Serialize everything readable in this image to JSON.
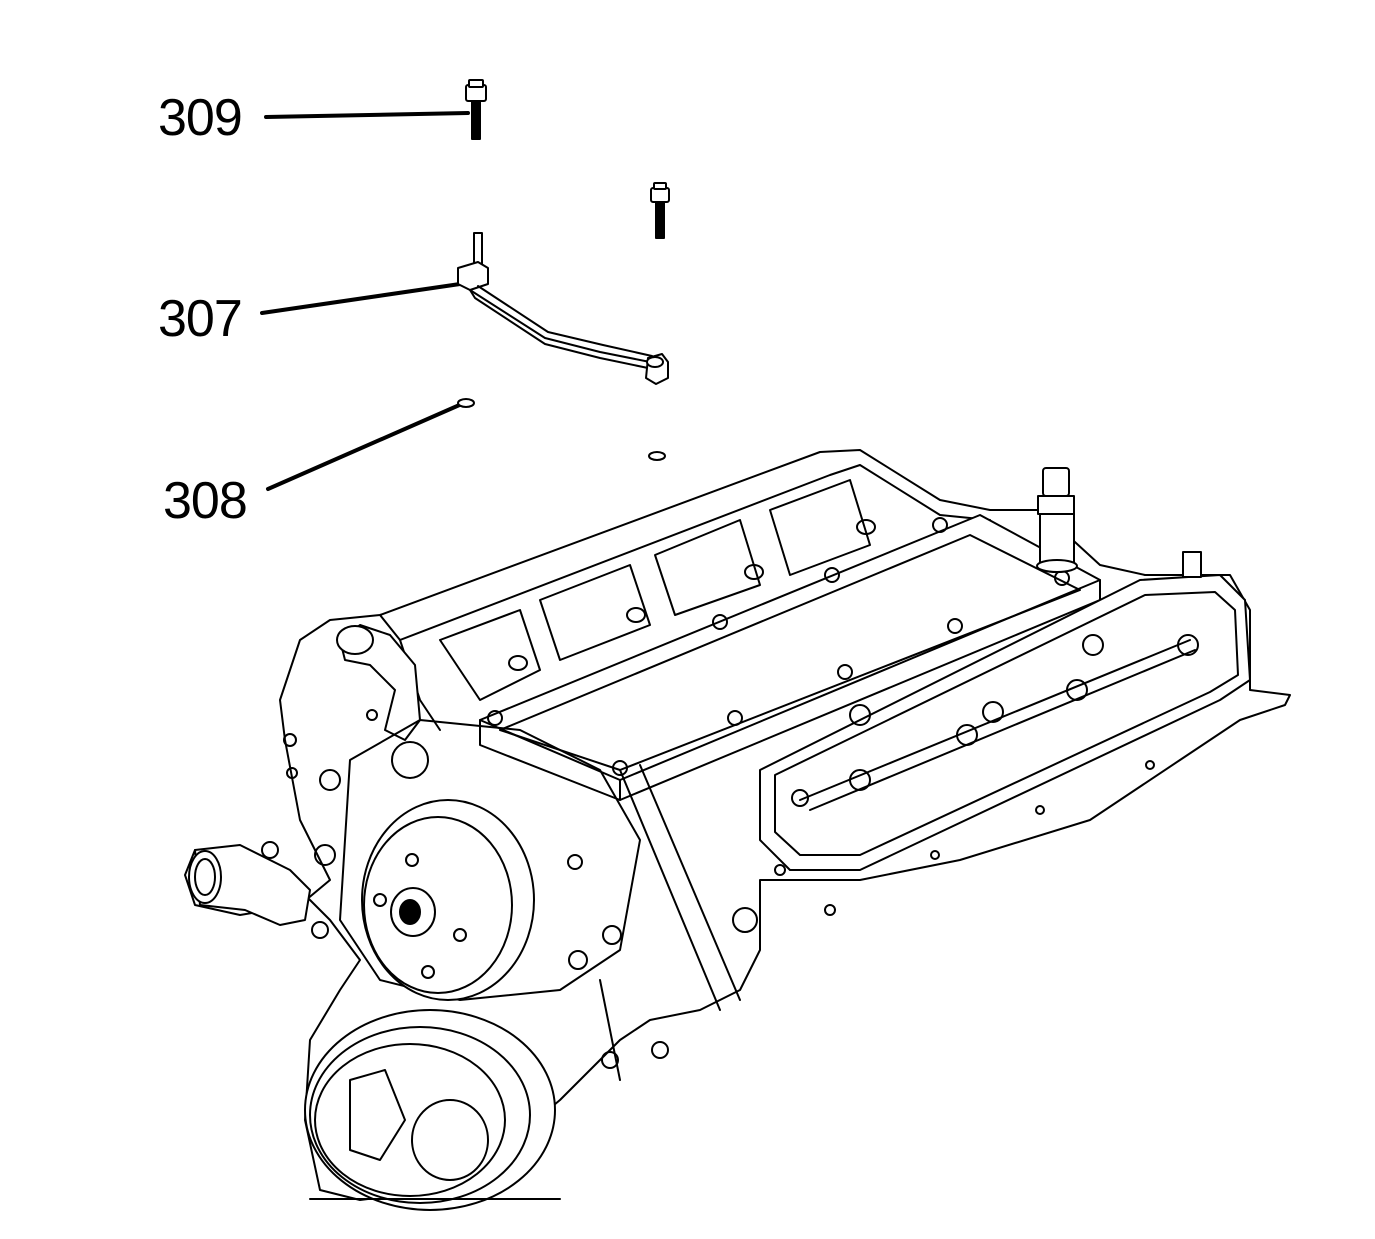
{
  "callouts": [
    {
      "id": "309",
      "label": "309"
    },
    {
      "id": "307",
      "label": "307"
    },
    {
      "id": "308",
      "label": "308"
    }
  ],
  "colors": {
    "ink": "#000000",
    "paper": "#ffffff"
  }
}
